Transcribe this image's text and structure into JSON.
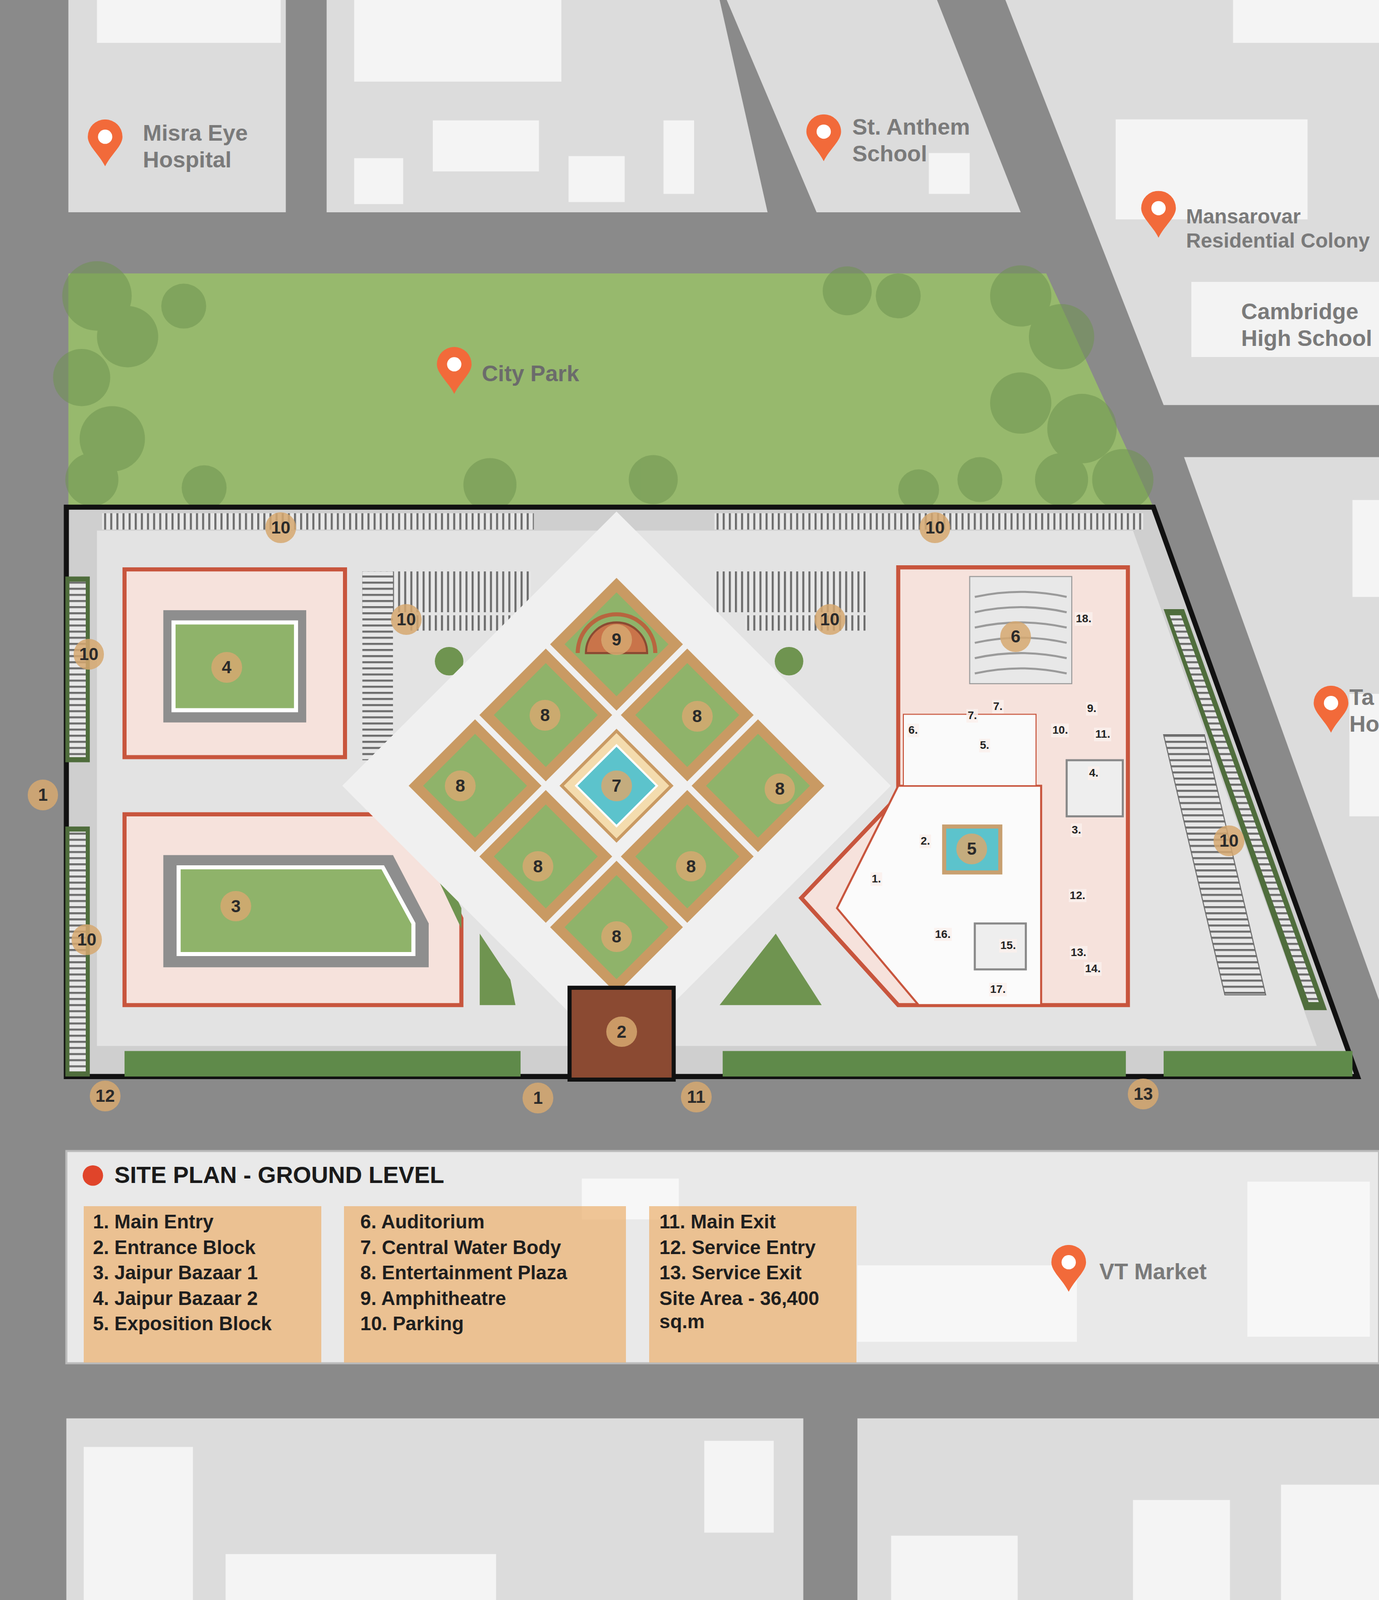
{
  "diagram": {
    "title": "SITE PLAN - GROUND LEVEL",
    "nodes": [
      {
        "text": [
          "City Park"
        ]
      },
      {
        "text": [
          "Misra Eye Hospital"
        ]
      },
      {
        "text": [
          "St. Anthem School"
        ]
      },
      {
        "text": [
          "Mansarovar Residential Colony"
        ]
      },
      {
        "text": [
          "Cambridge High School"
        ],
        "in": 3
      },
      {
        "text": [
          "Ta Ho"
        ]
      },
      {
        "text": [
          "VT Market"
        ]
      },
      {
        "text": [
          "1. Main Entry",
          "2. Entrance Block",
          "3. Jaipur Bazaar 1",
          "4. Jaipur Bazaar 2",
          "5. Exposition Block"
        ],
        "in": 6
      },
      {
        "text": [
          "6. Auditorium",
          "7. Central Water Body",
          "8. Entertainment Plaza",
          "9. Amphitheatre",
          "10. Parking"
        ],
        "in": 6
      },
      {
        "text": [
          "11. Main Exit",
          "12. Service Entry",
          "13. Service Exit",
          "Site Area - 36,400 sq.m"
        ],
        "in": 6
      }
    ],
    "labels": [
      "10",
      "10",
      "10",
      "10",
      "10",
      "10",
      "10",
      "1",
      "1",
      "12",
      "11",
      "13",
      "4",
      "3",
      "9",
      "7",
      "2",
      "6",
      "5",
      "8",
      "8",
      "8",
      "8",
      "8",
      "8",
      "8",
      "18.",
      "7.",
      "7.",
      "6.",
      "5.",
      "9.",
      "10.",
      "11.",
      "4.",
      "3.",
      "2.",
      "12.",
      "13.",
      "14.",
      "15.",
      "16.",
      "17.",
      "1."
    ]
  }
}
